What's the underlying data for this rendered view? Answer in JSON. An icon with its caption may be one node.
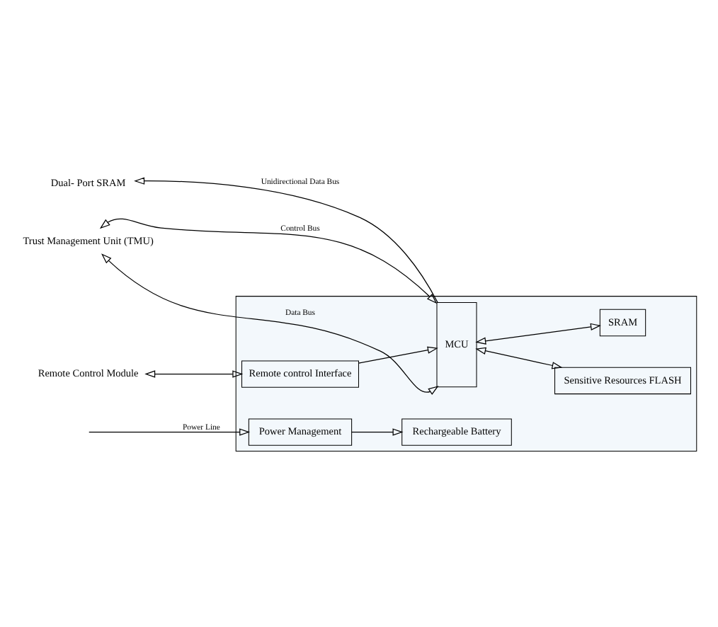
{
  "diagram": {
    "nodes": [
      {
        "text": [],
        "shape": "box"
      },
      {
        "text": [
          "Remote Control Module"
        ]
      },
      {
        "text": [
          "Remote control Interface"
        ],
        "in": 0
      },
      {
        "text": [
          "Trust Management Unit (TMU)"
        ]
      },
      {
        "text": [
          "MCU"
        ],
        "in": 0
      },
      {
        "text": [
          "Sensitive Resources FLASH"
        ],
        "in": 0
      },
      {
        "text": [
          "SRAM"
        ],
        "in": 0
      },
      {
        "text": [
          "Dual- Port SRAM"
        ]
      },
      {
        "text": [
          "Power Management"
        ],
        "in": 0
      },
      {
        "text": [
          "Rechargeable Battery"
        ],
        "in": 0
      }
    ],
    "edges": [
      {
        "from": 1,
        "to": 2,
        "arrow": "both"
      },
      {
        "from": 2,
        "to": 4,
        "arrow": "to"
      },
      {
        "from": 3,
        "to": 4,
        "arrow": "both",
        "label": "Control Bus"
      },
      {
        "from": 3,
        "to": 4,
        "arrow": "both",
        "label": "Data Bus"
      },
      {
        "from": 4,
        "to": 5,
        "arrow": "both"
      },
      {
        "from": 4,
        "to": 6,
        "arrow": "both"
      },
      {
        "from": 4,
        "to": 7,
        "arrow": "to",
        "label": "Unidirectional Data Bus"
      },
      {
        "from": null,
        "to": 8,
        "arrow": "to",
        "label": "Power Line"
      },
      {
        "from": 8,
        "to": 9,
        "arrow": "to"
      }
    ]
  }
}
